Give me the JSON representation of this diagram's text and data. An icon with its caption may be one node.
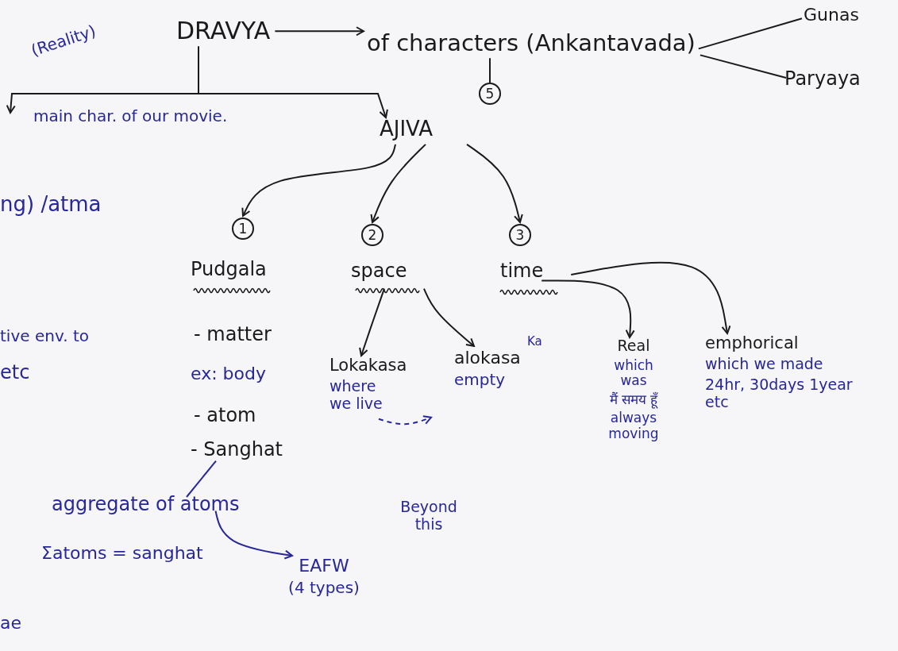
{
  "diagram": {
    "nodes": [
      {
        "text": [
          "DRAVYA"
        ]
      },
      {
        "text": [
          "of characters (Ankantavada)"
        ]
      },
      {
        "text": [
          "Gunas"
        ]
      },
      {
        "text": [
          "Paryaya"
        ]
      },
      {
        "text": [
          "5"
        ]
      },
      {
        "text": [
          "AJIVA"
        ]
      },
      {
        "text": [
          "1"
        ]
      },
      {
        "text": [
          "2"
        ]
      },
      {
        "text": [
          "3"
        ]
      },
      {
        "text": [
          "space"
        ]
      },
      {
        "text": [
          "time"
        ]
      },
      {
        "text": [
          "- Sanghat"
        ]
      },
      {
        "text": [
          "aggregate of atoms"
        ]
      },
      {
        "text": [
          "EAFW",
          "(4 types)"
        ]
      },
      {
        "text": [
          "Lokakasa",
          "where we live"
        ]
      },
      {
        "text": [
          "alokasa",
          "empty"
        ],
        "beside": [
          "Ka"
        ]
      },
      {
        "text": [
          "Real",
          "which was",
          "मैं समय हूँ",
          "always moving"
        ]
      },
      {
        "text": [
          "emphorical",
          "which we made",
          "24hr, 30days 1year etc"
        ]
      }
    ],
    "edges": [
      {
        "from": 0,
        "to": 1,
        "arrow": "to"
      },
      {
        "from": 0,
        "to": 5,
        "arrow": "to"
      },
      {
        "from": 0,
        "to": null,
        "arrow": "to"
      },
      {
        "from": 1,
        "to": 2,
        "arrow": "none"
      },
      {
        "from": 1,
        "to": 3,
        "arrow": "none"
      },
      {
        "from": 1,
        "to": 4,
        "arrow": "none"
      },
      {
        "from": 5,
        "to": 6,
        "arrow": "to"
      },
      {
        "from": 5,
        "to": 7,
        "arrow": "to"
      },
      {
        "from": 5,
        "to": 8,
        "arrow": "to"
      },
      {
        "from": 9,
        "to": 14,
        "arrow": "to"
      },
      {
        "from": 9,
        "to": 15,
        "arrow": "to"
      },
      {
        "from": 10,
        "to": 16,
        "arrow": "to"
      },
      {
        "from": 10,
        "to": 17,
        "arrow": "to"
      },
      {
        "from": 11,
        "to": 12,
        "arrow": "none",
        "color": "#27279a"
      },
      {
        "from": 12,
        "to": 13,
        "arrow": "to",
        "color": "#27279a"
      },
      {
        "from": 14,
        "to": null,
        "arrow": "to",
        "style": "dashed",
        "color": "#27279a"
      }
    ],
    "labels": [
      "(Reality)",
      "main char. of our movie.",
      "ng) /atma",
      "Pudgala",
      "tive env. to",
      "- matter",
      "etc",
      "ex: body",
      "- atom",
      "Beyond this",
      "Σatoms = sanghat",
      "ae"
    ]
  }
}
